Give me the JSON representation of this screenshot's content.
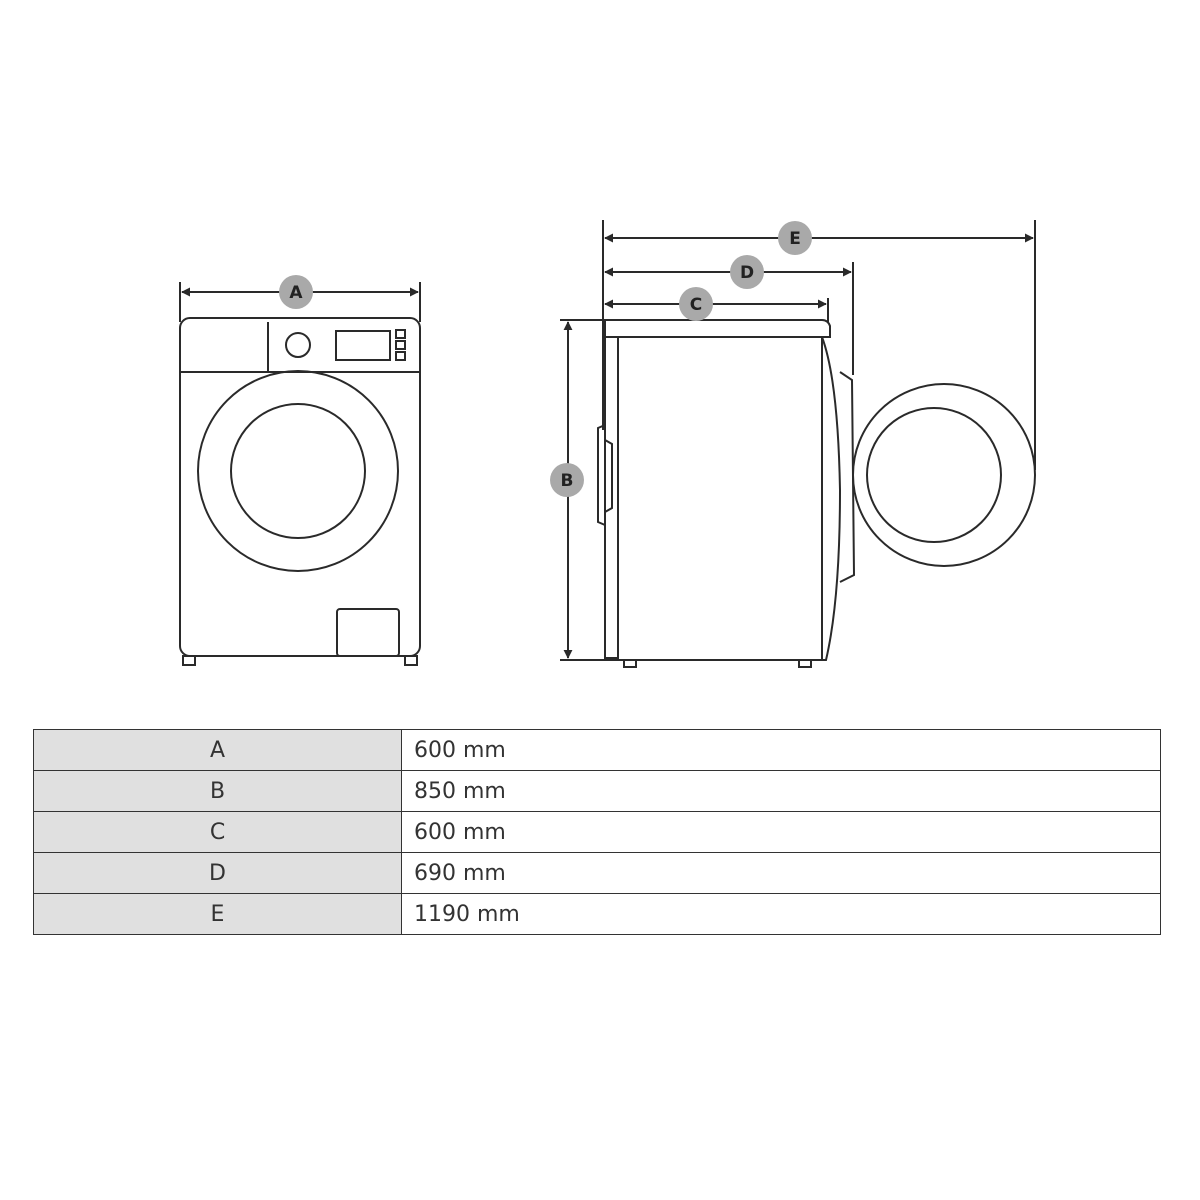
{
  "labels": {
    "A": "A",
    "B": "B",
    "C": "C",
    "D": "D",
    "E": "E"
  },
  "colors": {
    "line": "#2a2a2a",
    "badge_fill": "#a9a9a9",
    "table_key_bg": "#e0e0e0"
  },
  "table": {
    "rows": [
      {
        "key": "A",
        "value": "600 mm"
      },
      {
        "key": "B",
        "value": "850 mm"
      },
      {
        "key": "C",
        "value": "600 mm"
      },
      {
        "key": "D",
        "value": "690 mm"
      },
      {
        "key": "E",
        "value": "1190 mm"
      }
    ]
  }
}
